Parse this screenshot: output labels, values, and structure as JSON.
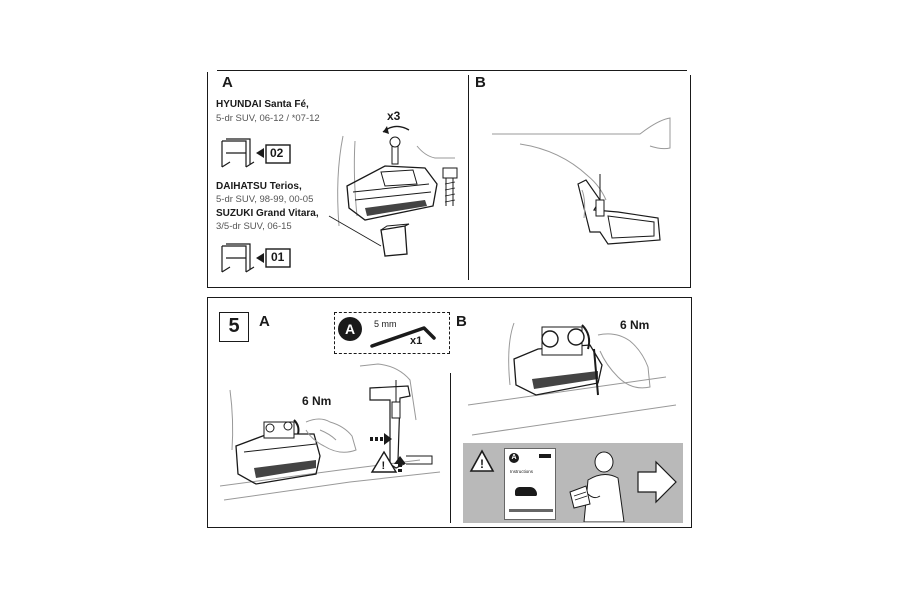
{
  "top_panel": {
    "panel_a_letter": "A",
    "panel_b_letter": "B",
    "vehicles_group1": [
      {
        "name": "HYUNDAI Santa Fé,",
        "spec": "5-dr SUV, 06-12 / *07-12"
      }
    ],
    "part_code_1": "02",
    "vehicles_group2": [
      {
        "name": "DAIHATSU Terios,",
        "spec": "5-dr SUV, 98-99, 00-05"
      },
      {
        "name": "SUZUKI Grand Vitara,",
        "spec": "3/5-dr SUV, 06-15"
      }
    ],
    "part_code_2": "01",
    "screw_count": "x3"
  },
  "bottom_panel": {
    "step_number": "5",
    "panel_a_letter": "A",
    "panel_b_letter": "B",
    "tool_badge": "A",
    "tool_size": "5 mm",
    "tool_qty": "x1",
    "torque_a": "6 Nm",
    "torque_b": "6 Nm",
    "booklet_badge": "A",
    "booklet_title": "Instructions"
  },
  "colors": {
    "ink": "#1a1a1a",
    "sketch": "#999999",
    "info_box_bg": "#b9b9b9",
    "paper": "#ffffff"
  },
  "icons": [
    "warning-triangle-icon",
    "arrow-right-icon",
    "hex-key-icon",
    "rotate-arrow-icon"
  ]
}
